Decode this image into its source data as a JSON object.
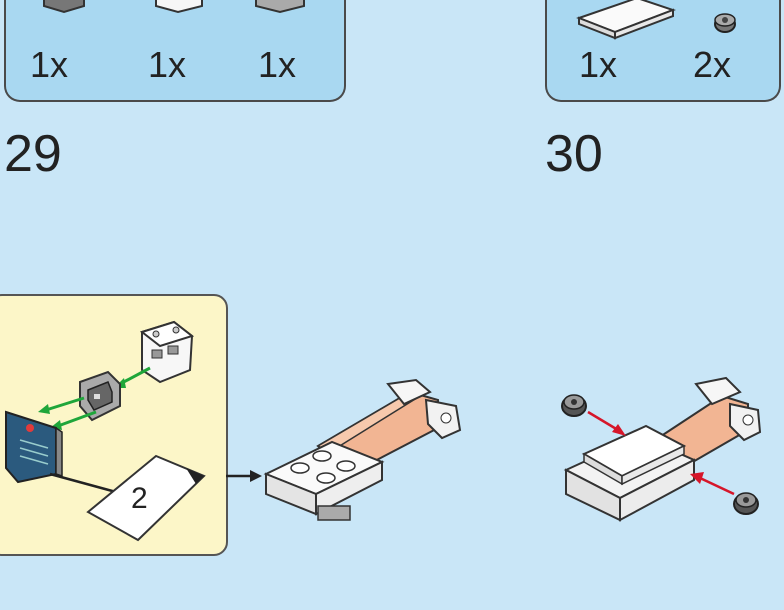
{
  "steps": [
    {
      "number": "29",
      "parts_quantities": [
        "1x",
        "1x",
        "1x"
      ],
      "callout_page_ref": "2"
    },
    {
      "number": "30",
      "parts_quantities": [
        "1x",
        "2x"
      ]
    }
  ],
  "colors": {
    "background": "#c9e6f7",
    "parts_list_bg": "#a9d8f1",
    "callout_bg": "#fcf6c8",
    "arrow_green": "#1fa63a",
    "arrow_red": "#d6162a",
    "peach_brick": "#f2b593",
    "white_brick": "#f4f4f4",
    "dark_tile": "#2b5a7e"
  }
}
